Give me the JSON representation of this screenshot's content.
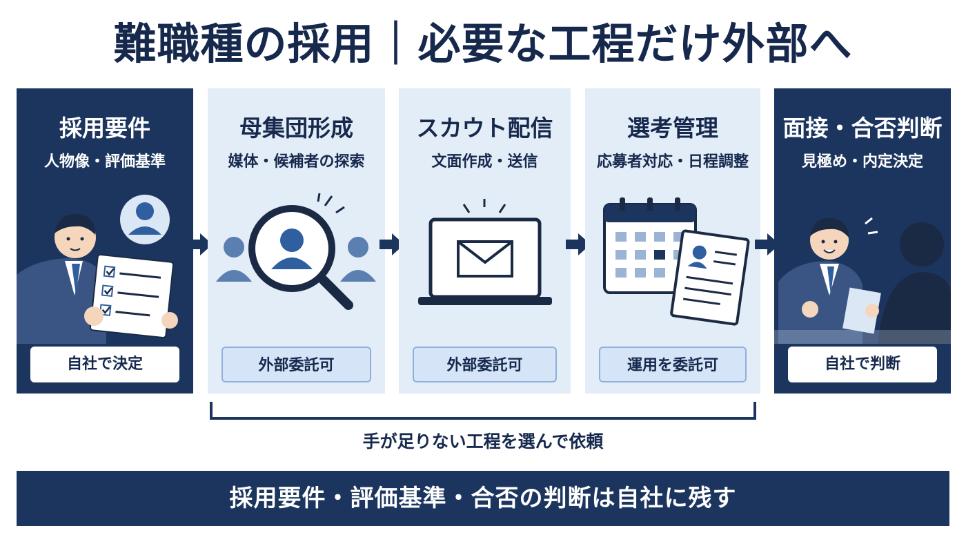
{
  "title": "難職種の採用｜必要な工程だけ外部へ",
  "steps": [
    {
      "title": "採用要件",
      "subtitle": "人物像・評価基準",
      "tag": "自社で決定",
      "theme": "dark",
      "icon": "recruiter-checklist-icon"
    },
    {
      "title": "母集団形成",
      "subtitle": "媒体・候補者の探索",
      "tag": "外部委託可",
      "theme": "light",
      "icon": "magnifier-people-icon"
    },
    {
      "title": "スカウト配信",
      "subtitle": "文面作成・送信",
      "tag": "外部委託可",
      "theme": "light",
      "icon": "laptop-mail-icon"
    },
    {
      "title": "選考管理",
      "subtitle": "応募者対応・日程調整",
      "tag": "運用を委託可",
      "theme": "light",
      "icon": "calendar-resume-icon"
    },
    {
      "title": "面接・合否判断",
      "subtitle": "見極め・内定決定",
      "tag": "自社で判断",
      "theme": "dark",
      "icon": "interview-icon"
    }
  ],
  "bracket_note": "手が足りない工程を選んで依頼",
  "banner": "採用要件・評価基準・合否の判断は自社に残す",
  "colors": {
    "navy": "#1c355e",
    "light_panel": "#e3edf8",
    "accent_blue": "#2f5f9e",
    "text": "#16294d"
  }
}
